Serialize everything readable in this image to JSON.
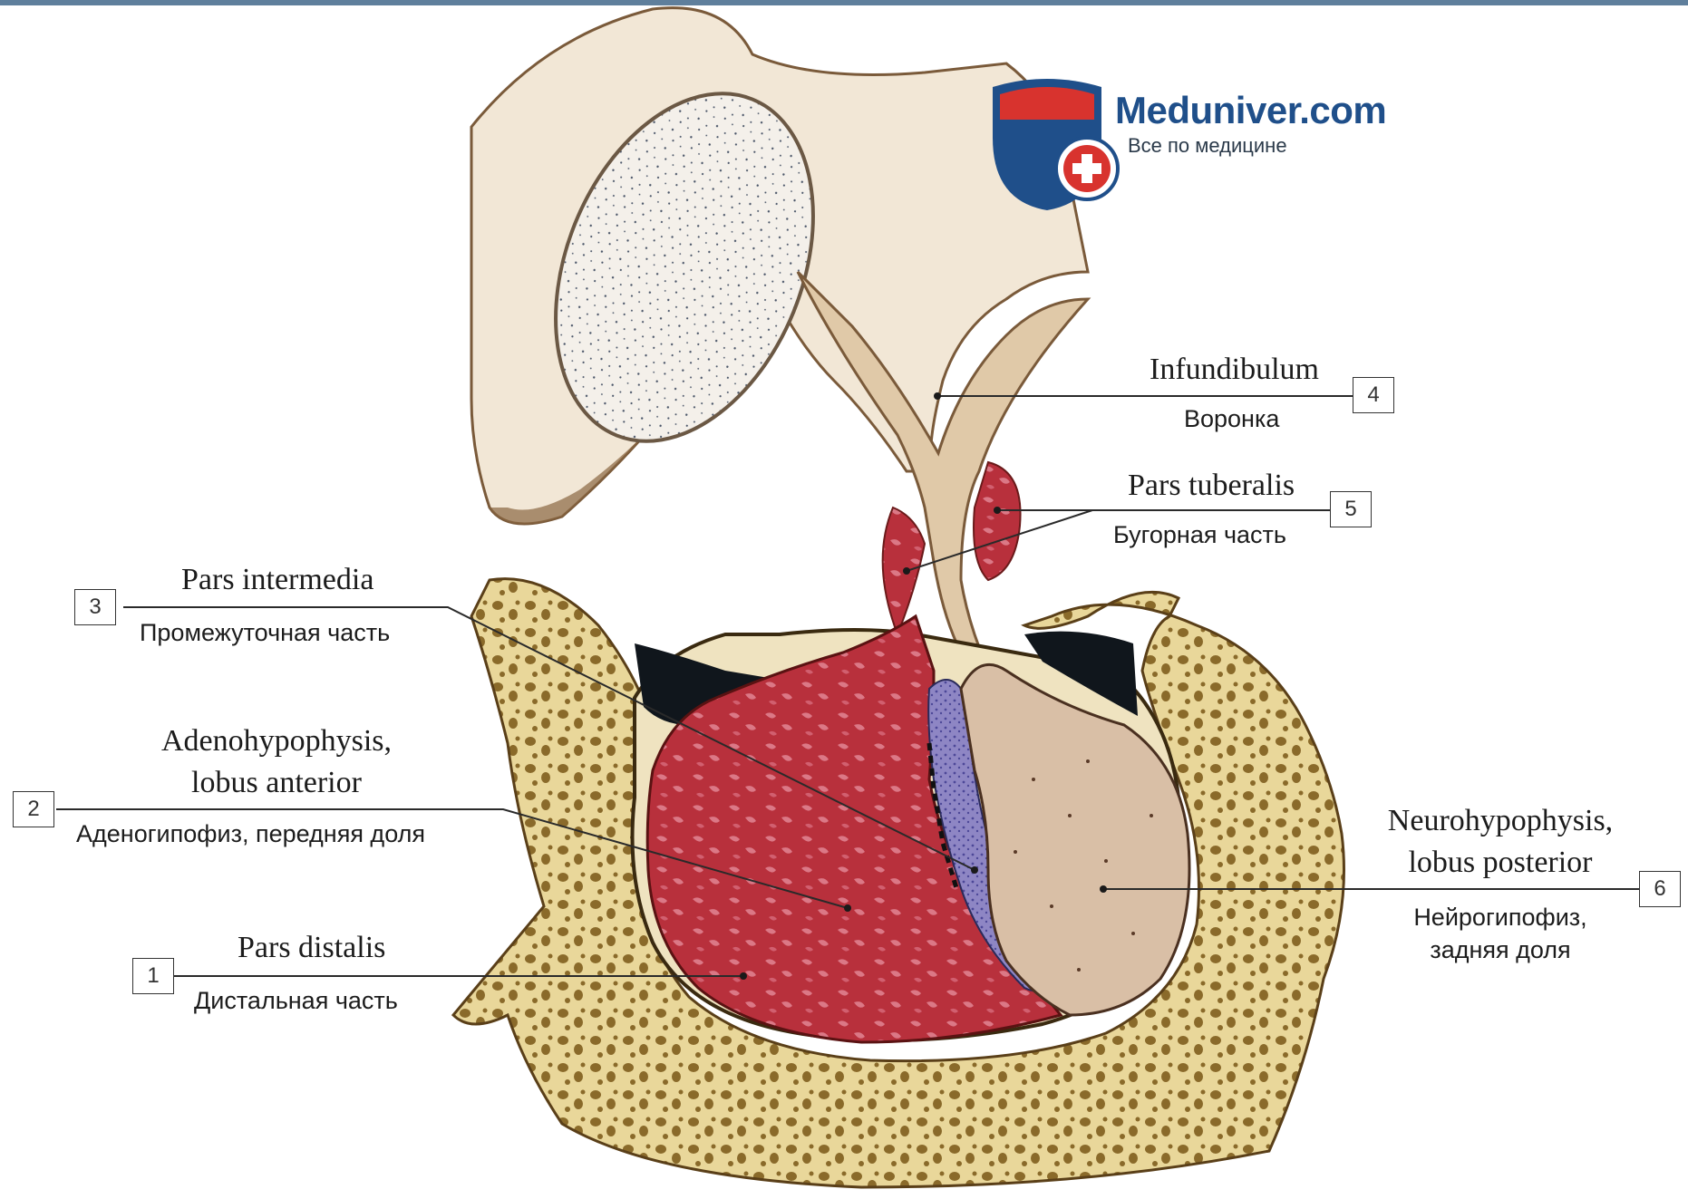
{
  "colors": {
    "topbar": "#5f7f9c",
    "bone": "#e9d79a",
    "marrow": "#8a6a2a",
    "adenohypophysis": "#b8303c",
    "neurohypophysis": "#d8b89c",
    "pars_intermedia": "#8e86c4",
    "brain_tissue": "#f2e7d6",
    "brand_blue": "#1f4f8a",
    "brand_red": "#d8332e"
  },
  "logo": {
    "name": "Meduniver.com",
    "tagline": "Все по медицине"
  },
  "labels": [
    {
      "number": "1",
      "latin": "Pars distalis",
      "russian": "Дистальная часть"
    },
    {
      "number": "2",
      "latin_line1": "Adenohypophysis,",
      "latin_line2": "lobus anterior",
      "russian": "Аденогипофиз, передняя доля"
    },
    {
      "number": "3",
      "latin": "Pars intermedia",
      "russian": "Промежуточная часть"
    },
    {
      "number": "4",
      "latin": "Infundibulum",
      "russian": "Воронка"
    },
    {
      "number": "5",
      "latin": "Pars tuberalis",
      "russian": "Бугорная часть"
    },
    {
      "number": "6",
      "latin_line1": "Neurohypophysis,",
      "latin_line2": "lobus posterior",
      "russian_line1": "Нейрогипофиз,",
      "russian_line2": "задняя доля"
    }
  ]
}
